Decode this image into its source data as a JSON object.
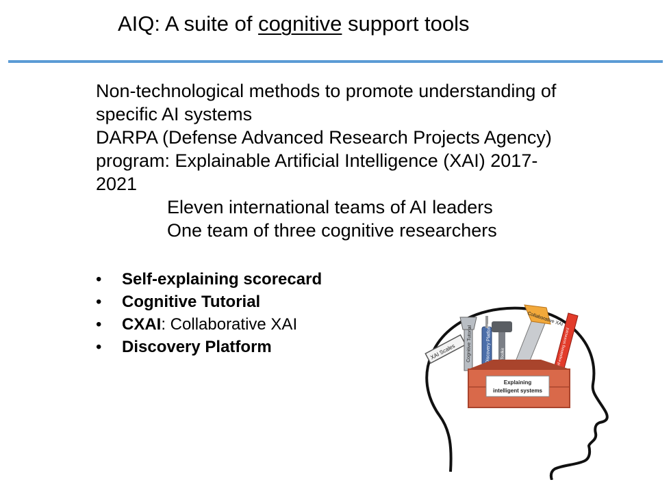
{
  "title": {
    "prefix": "AIQ: A suite of ",
    "underlined": "cognitive",
    "suffix": " support tools"
  },
  "body": {
    "lines": [
      "Non-technological methods to promote understanding of",
      "specific AI systems",
      "DARPA (Defense Advanced Research Projects Agency)",
      "program: Explainable Artificial Intelligence (XAI) 2017-",
      "2021"
    ],
    "indented": [
      "Eleven international teams of AI leaders",
      "One team of three cognitive researchers"
    ]
  },
  "bullets": [
    {
      "bold": "Self-explaining scorecard",
      "rest": ""
    },
    {
      "bold": "Cognitive Tutorial",
      "rest": ""
    },
    {
      "bold": "CXAI",
      "rest": ": Collaborative XAI"
    },
    {
      "bold": "Discovery Platform",
      "rest": ""
    }
  ],
  "bullet_glyph": "•",
  "illustration": {
    "toolbox_label_line1": "Explaining",
    "toolbox_label_line2": "intelligent systems",
    "tool_labels": [
      "XAI Scales",
      "Cognitive Tutorial",
      "Discovery Platform",
      "AIQ Toolkit",
      "Collaborative XAI",
      "Self-explaining scorecard"
    ]
  },
  "colors": {
    "rule": "#5b9bd5",
    "toolbox": "#d9694a",
    "toolbox_dark": "#a9442c",
    "saw_handle": "#f2a93b",
    "level": "#e23b2a"
  }
}
